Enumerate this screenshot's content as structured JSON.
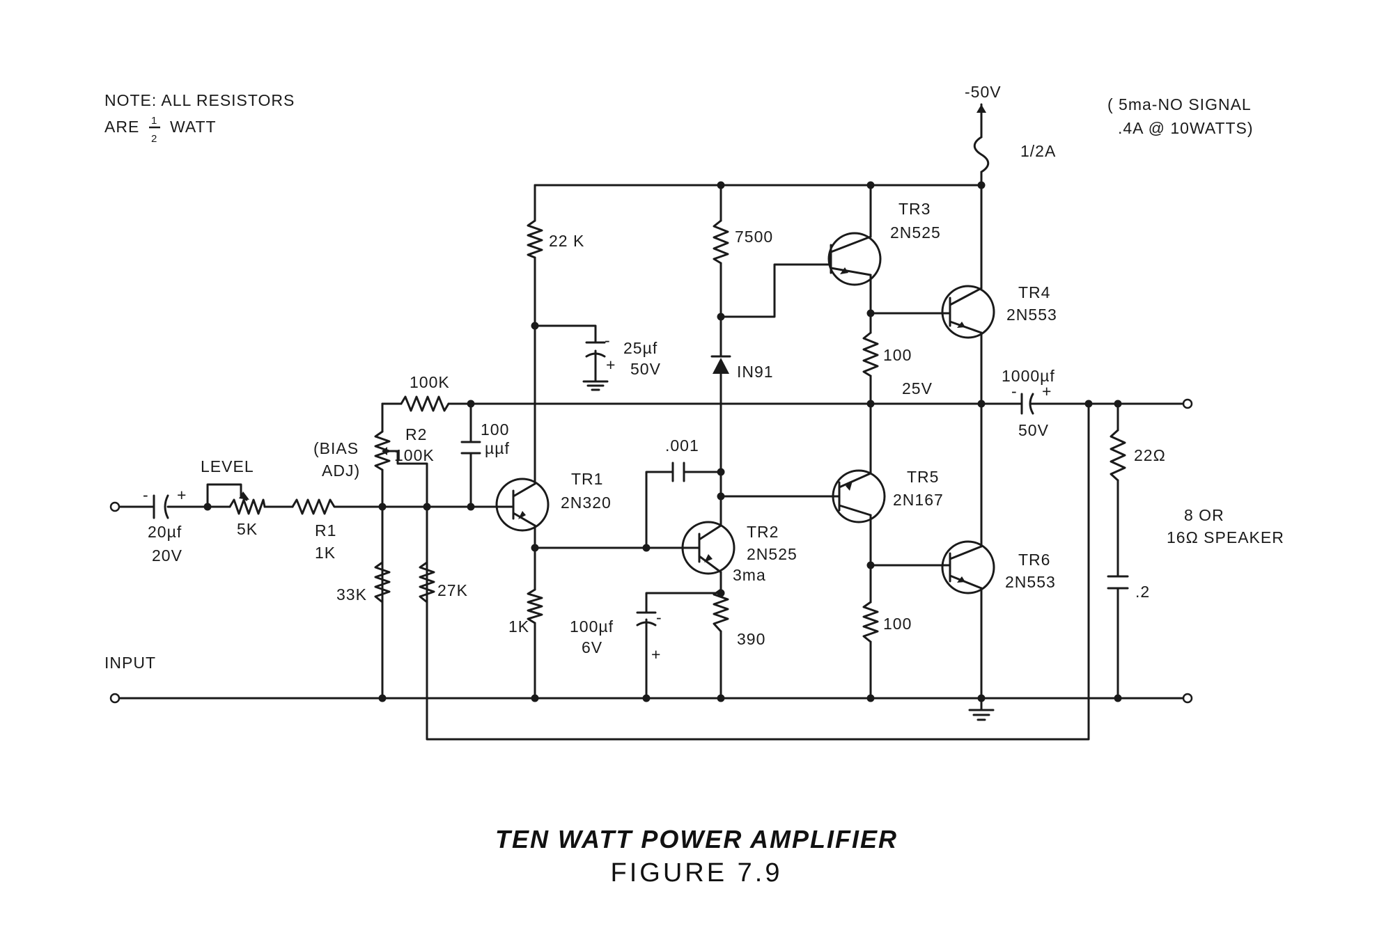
{
  "note": {
    "line1": "NOTE: ALL RESISTORS",
    "line2": "ARE",
    "frac_num": "1",
    "frac_den": "2",
    "line2_end": "WATT"
  },
  "supply": {
    "voltage": "-50V",
    "fuse": "1/2A",
    "current_line1": "( 5ma-NO SIGNAL",
    "current_line2": ".4A @ 10WATTS)"
  },
  "labels": {
    "input": "INPUT",
    "level": "LEVEL",
    "c_in_value": "20µf",
    "c_in_voltage": "20V",
    "pot_level_value": "5K",
    "r1_name": "R1",
    "r1_value": "1K",
    "bias_line1": "(BIAS",
    "bias_line2": "ADJ)",
    "r2_name": "R2",
    "r2_value": "100K",
    "r_fb_value": "100K",
    "r33k": "33K",
    "r27k": "27K",
    "c100_line1": "100",
    "c100_line2": "µµf",
    "r22k": "22 K",
    "c25_value": "25µf",
    "c25_voltage": "50V",
    "r7500": "7500",
    "diode": "IN91",
    "c001": ".001",
    "r1k_e": "1K",
    "c100uf_value": "100µf",
    "c100uf_voltage": "6V",
    "r390": "390",
    "tr2_current": "3ma",
    "r100_top": "100",
    "r100_bot": "100",
    "mid_voltage": "25V",
    "c1000_value": "1000µf",
    "c1000_voltage": "50V",
    "r22ohm": "22Ω",
    "c_out": ".2",
    "speaker_line1": "8 OR",
    "speaker_line2": "16Ω SPEAKER"
  },
  "transistors": [
    {
      "name": "TR1",
      "type": "2N320"
    },
    {
      "name": "TR2",
      "type": "2N525"
    },
    {
      "name": "TR3",
      "type": "2N525"
    },
    {
      "name": "TR4",
      "type": "2N553"
    },
    {
      "name": "TR5",
      "type": "2N167"
    },
    {
      "name": "TR6",
      "type": "2N553"
    }
  ],
  "caption": {
    "title": "TEN WATT POWER AMPLIFIER",
    "figure": "FIGURE 7.9"
  }
}
